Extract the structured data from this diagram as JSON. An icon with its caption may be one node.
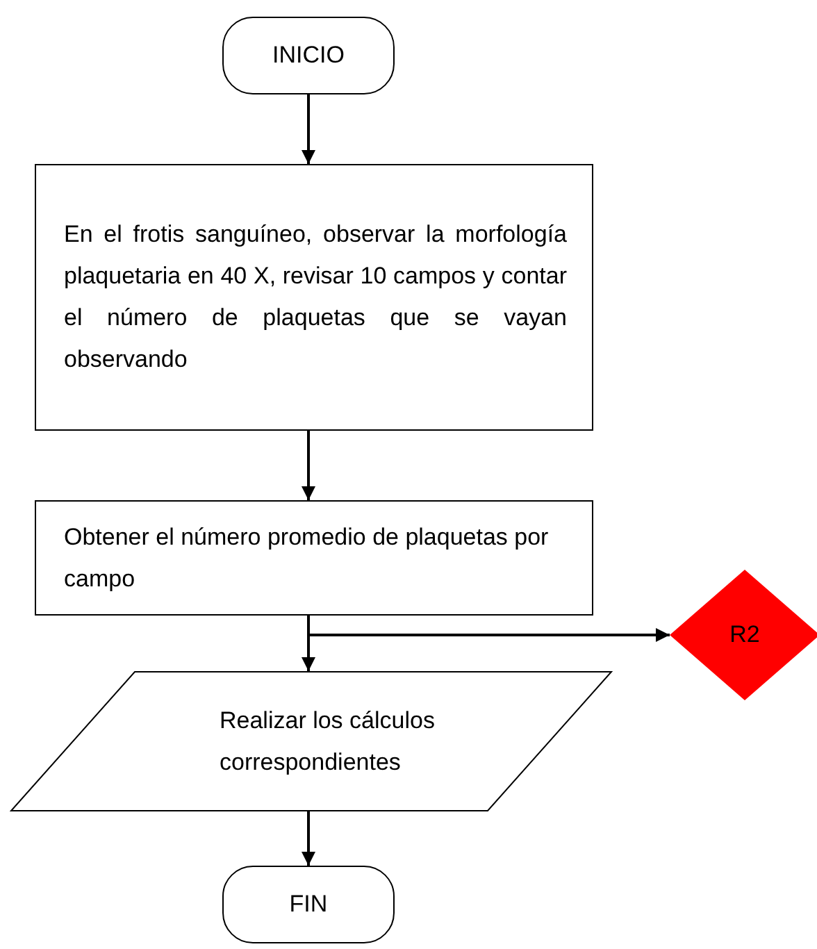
{
  "diagram": {
    "nodes": [
      {
        "text": [
          "INICIO"
        ]
      },
      {
        "text": [
          "En el frotis sanguíneo, observar la morfología plaquetaria en 40 X, revisar 10 campos y contar el número de plaquetas que se vayan observando"
        ]
      },
      {
        "text": [
          "Obtener el número promedio de plaquetas por campo"
        ]
      },
      {
        "text": [
          "R2"
        ]
      },
      {
        "text": [
          "Realizar los cálculos correspondientes"
        ]
      },
      {
        "text": [
          "FIN"
        ]
      }
    ],
    "edges": [
      {
        "from": 0,
        "to": 1,
        "arrow": "to"
      },
      {
        "from": 1,
        "to": 2,
        "arrow": "to"
      },
      {
        "from": 2,
        "to": 4,
        "arrow": "to"
      },
      {
        "from": 2,
        "to": 3,
        "arrow": "to"
      },
      {
        "from": 4,
        "to": 5,
        "arrow": "to"
      }
    ]
  }
}
